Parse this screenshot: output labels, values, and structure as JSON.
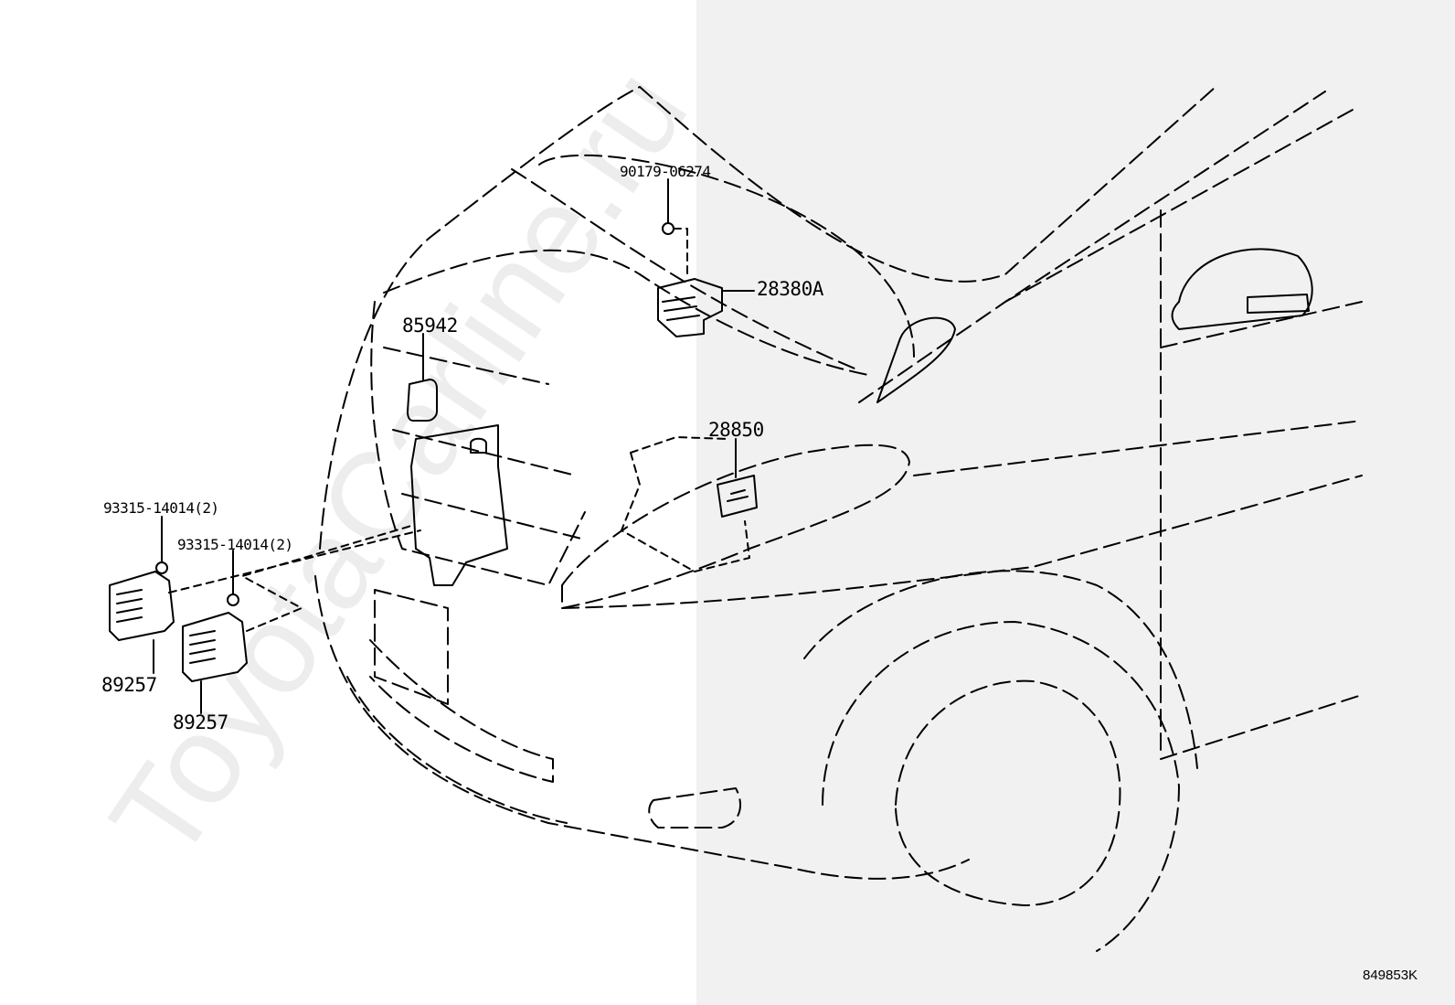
{
  "watermark": "ToyotaCarline.ru",
  "diagram_code": "849853K",
  "parts": [
    {
      "id": "p1",
      "number": "90179-06274"
    },
    {
      "id": "p2",
      "number": "28380A"
    },
    {
      "id": "p3",
      "number": "85942"
    },
    {
      "id": "p4",
      "number": "28850"
    },
    {
      "id": "p5",
      "number": "93315-14014(2)"
    },
    {
      "id": "p6",
      "number": "93315-14014(2)"
    },
    {
      "id": "p7",
      "number": "89257"
    },
    {
      "id": "p8",
      "number": "89257"
    }
  ]
}
